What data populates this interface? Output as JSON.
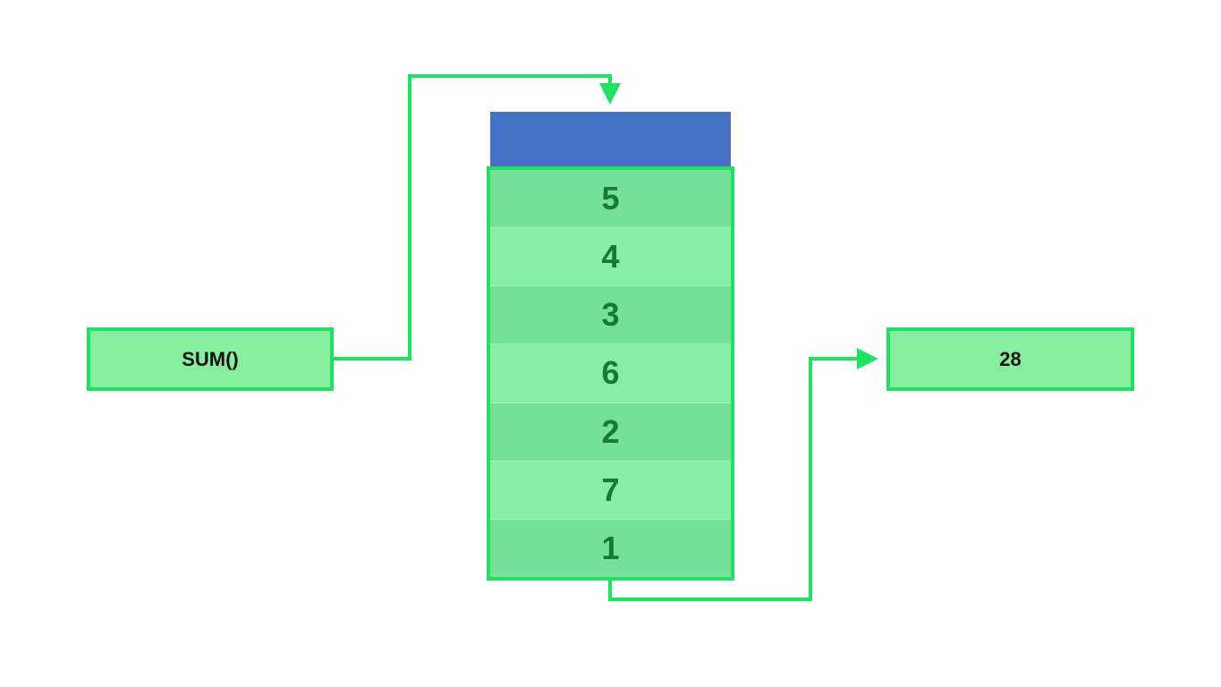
{
  "function_box": {
    "label": "SUM()"
  },
  "result_box": {
    "label": "28"
  },
  "column": {
    "header": "",
    "values": [
      "5",
      "4",
      "3",
      "6",
      "2",
      "7",
      "1"
    ]
  },
  "colors": {
    "accent_green": "#22e061",
    "box_fill": "#86ee9f",
    "header_blue": "#4472c4",
    "number_text": "#177a32"
  }
}
